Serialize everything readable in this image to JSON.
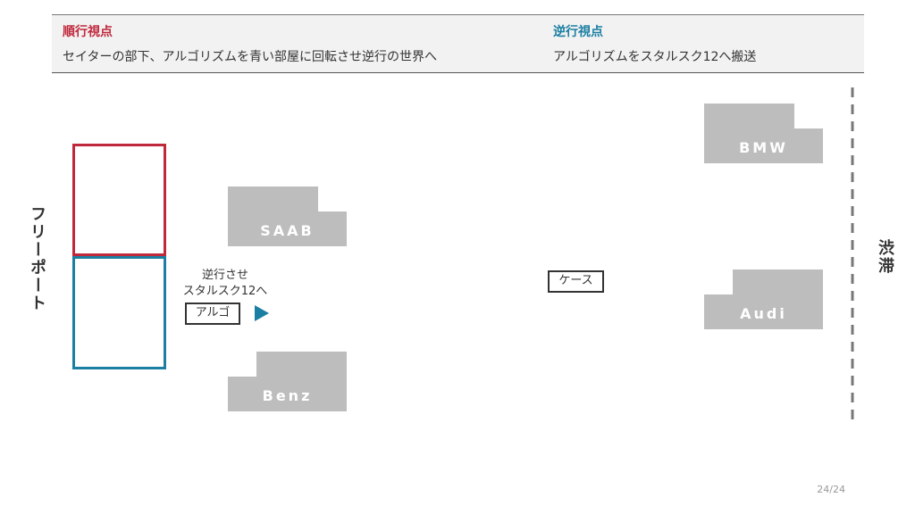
{
  "header": {
    "forward": {
      "title": "順行視点",
      "desc": "セイターの部下、アルゴリズムを青い部屋に回転させ逆行の世界へ"
    },
    "backward": {
      "title": "逆行視点",
      "desc": "アルゴリズムをスタルスク12へ搬送"
    }
  },
  "left_label": "フリーポート",
  "right_label": "渋滞",
  "cars": {
    "saab": "SAAB",
    "benz": "Benz",
    "bmw": "BMW",
    "audi": "Audi"
  },
  "operation": {
    "line1": "逆行させ",
    "line2": "スタルスク12へ"
  },
  "tags": {
    "algo": "アルゴ",
    "case": "ケース"
  },
  "page": "24/24",
  "colors": {
    "red": "#c0283c",
    "blue": "#1a7fa2",
    "car_gray": "#bdbdbd",
    "dark": "#333333"
  }
}
